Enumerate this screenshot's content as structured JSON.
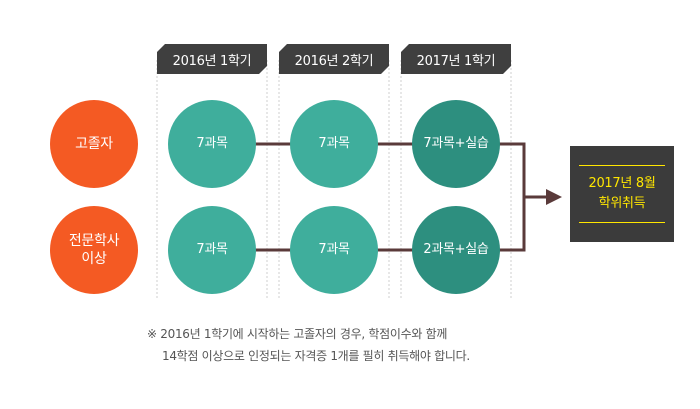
{
  "semesters": [
    "2016년 1학기",
    "2016년 2학기",
    "2017년 1학기"
  ],
  "rows": [
    {
      "label_lines": [
        "고졸자"
      ],
      "steps": [
        "7과목",
        "7과목",
        "7과목+실습"
      ]
    },
    {
      "label_lines": [
        "전문학사",
        "이상"
      ],
      "steps": [
        "7과목",
        "7과목",
        "2과목+실습"
      ]
    }
  ],
  "result_lines": [
    "2017년 8월",
    "학위취득"
  ],
  "note": {
    "line1": "※ 2016년 1학기에 시작하는 고졸자의 경우, 학점이수와 함께",
    "line2": "14학점 이상으로 인정되는 자격증 1개를 필히 취득해야 합니다."
  },
  "colors": {
    "orange": "#f45a23",
    "teal": "#3fae9c",
    "teal_dark": "#2d8f7f",
    "dark": "#3b3b3b",
    "highlight": "#ffe600",
    "connector": "#5a3a3a"
  }
}
